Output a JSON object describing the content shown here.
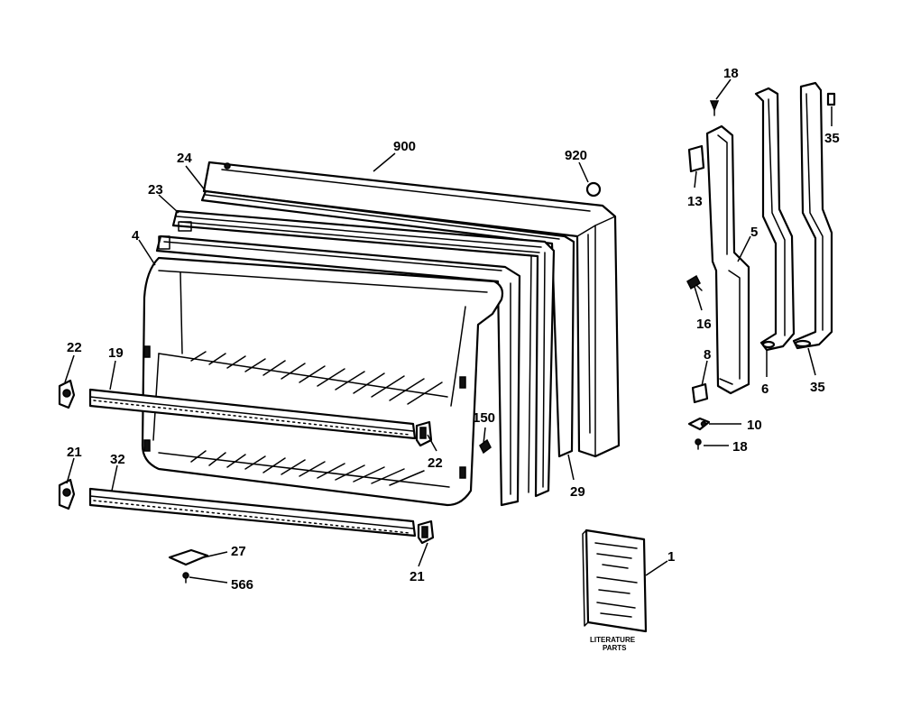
{
  "diagram": {
    "callouts": {
      "c900": "900",
      "c920": "920",
      "c24": "24",
      "c23": "23",
      "c4": "4",
      "c22a": "22",
      "c19": "19",
      "c22b": "22",
      "c150": "150",
      "c21a": "21",
      "c32": "32",
      "c21b": "21",
      "c27": "27",
      "c566": "566",
      "c29": "29",
      "c18a": "18",
      "c35a": "35",
      "c13": "13",
      "c5": "5",
      "c16": "16",
      "c8": "8",
      "c6": "6",
      "c35b": "35",
      "c10": "10",
      "c18b": "18",
      "c1": "1"
    },
    "literature_label": {
      "line1": "LITERATURE",
      "line2": "PARTS"
    }
  }
}
